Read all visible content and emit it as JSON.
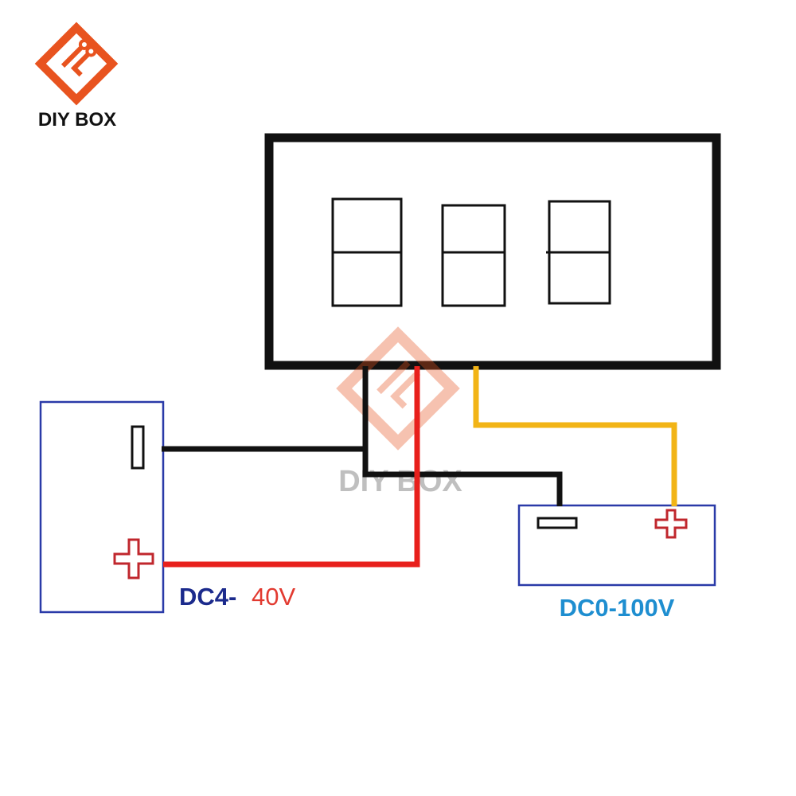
{
  "brand": {
    "name": "DIY BOX",
    "watermark": "DIY BOX",
    "logo_icon": "diy-box-logo-icon",
    "color": "#e8531f"
  },
  "display": {
    "digits": 3,
    "color": "#111111"
  },
  "power_supply": {
    "label_prefix": "DC4-",
    "label_value": "40V",
    "prefix_color": "#1b2a8c",
    "value_color": "#e23a30",
    "box_color": "#2a3aa8"
  },
  "measured_source": {
    "label": "DC0-100V",
    "label_color": "#1e8ed0",
    "box_color": "#2a3aa8"
  },
  "wires": {
    "black": "#111111",
    "red": "#e8201c",
    "yellow": "#f2b416"
  },
  "terminals": {
    "plus_color": "#c0272d",
    "minus_color": "#111111"
  }
}
